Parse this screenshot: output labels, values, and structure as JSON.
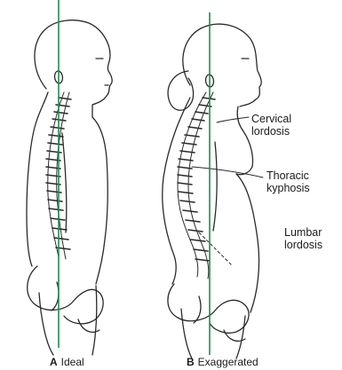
{
  "figure": {
    "plumb_line_color": "#1f8a55",
    "line_color": "#2a2a2a"
  },
  "labels": {
    "cervical_1": "Cervical",
    "cervical_2": "lordosis",
    "thoracic_1": "Thoracic",
    "thoracic_2": "kyphosis",
    "lumbar_1": "Lumbar",
    "lumbar_2": "lordosis"
  },
  "captions": {
    "a_letter": "A",
    "a_text": "Ideal",
    "b_letter": "B",
    "b_text": "Exaggerated"
  }
}
